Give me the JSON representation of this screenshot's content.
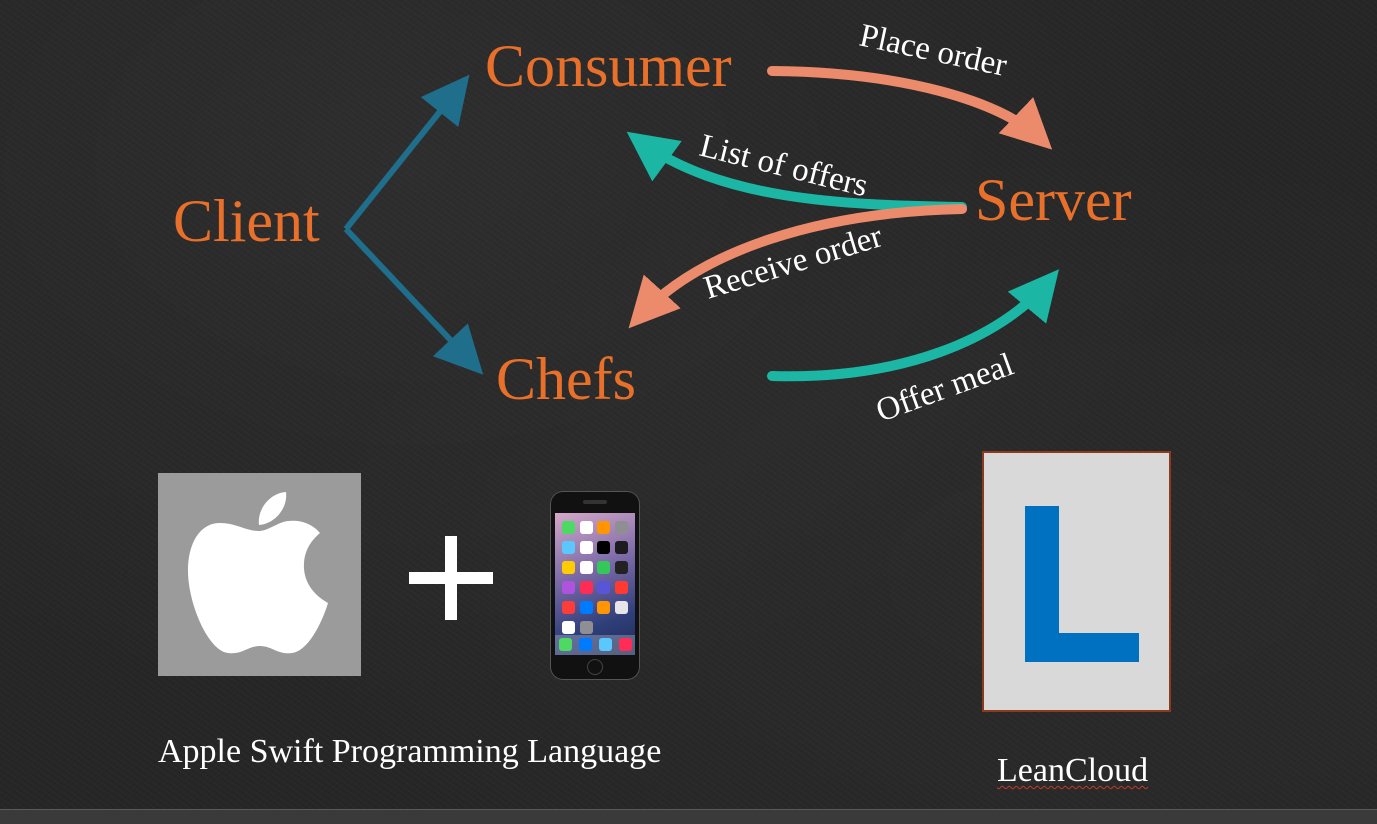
{
  "diagram": {
    "nodes": {
      "client": "Client",
      "consumer": "Consumer",
      "chefs": "Chefs",
      "server": "Server"
    },
    "edges": {
      "place_order": "Place order",
      "list_of_offers": "List of offers",
      "receive_order": "Receive order",
      "offer_meal": "Offer meal"
    },
    "colors": {
      "node_text": "#e8702a",
      "client_arrows": "#1f6e8c",
      "salmon_arrows": "#ec8b6b",
      "teal_arrows": "#1bb6a4"
    }
  },
  "client_stack": {
    "apple_logo_icon": "apple-logo-icon",
    "plus_symbol": "plus-icon",
    "phone_icon": "iphone-icon",
    "caption": "Apple Swift Programming Language"
  },
  "server_stack": {
    "logo_icon": "leancloud-logo-icon",
    "caption": "LeanCloud"
  }
}
